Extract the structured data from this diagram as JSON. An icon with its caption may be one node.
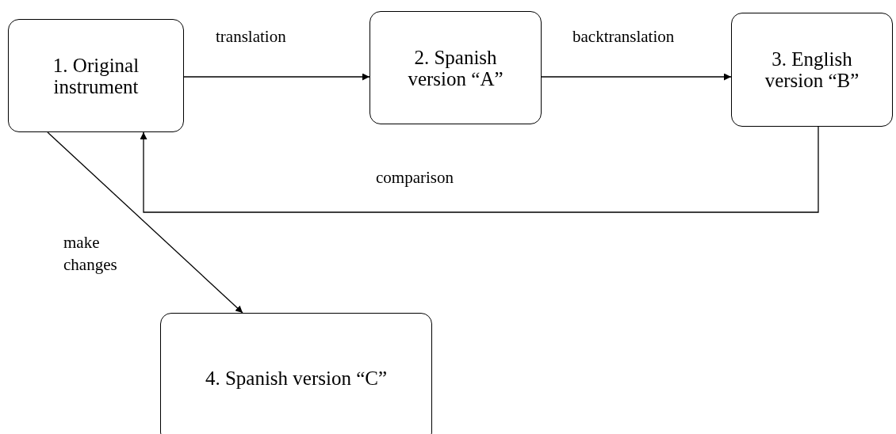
{
  "diagram": {
    "nodes": [
      {
        "text": [
          "1. Original instrument"
        ]
      },
      {
        "text": [
          "2. Spanish version “A”"
        ]
      },
      {
        "text": [
          "3. English version “B”"
        ]
      },
      {
        "text": [
          "4. Spanish version “C”"
        ]
      }
    ],
    "edges": [
      {
        "from": 0,
        "to": 1,
        "arrow": "to",
        "label": "translation"
      },
      {
        "from": 1,
        "to": 2,
        "arrow": "to",
        "label": "backtranslation"
      },
      {
        "from": 2,
        "to": 0,
        "arrow": "to",
        "label": "comparison"
      },
      {
        "from": 0,
        "to": 3,
        "arrow": "to",
        "label": "make changes"
      }
    ]
  }
}
